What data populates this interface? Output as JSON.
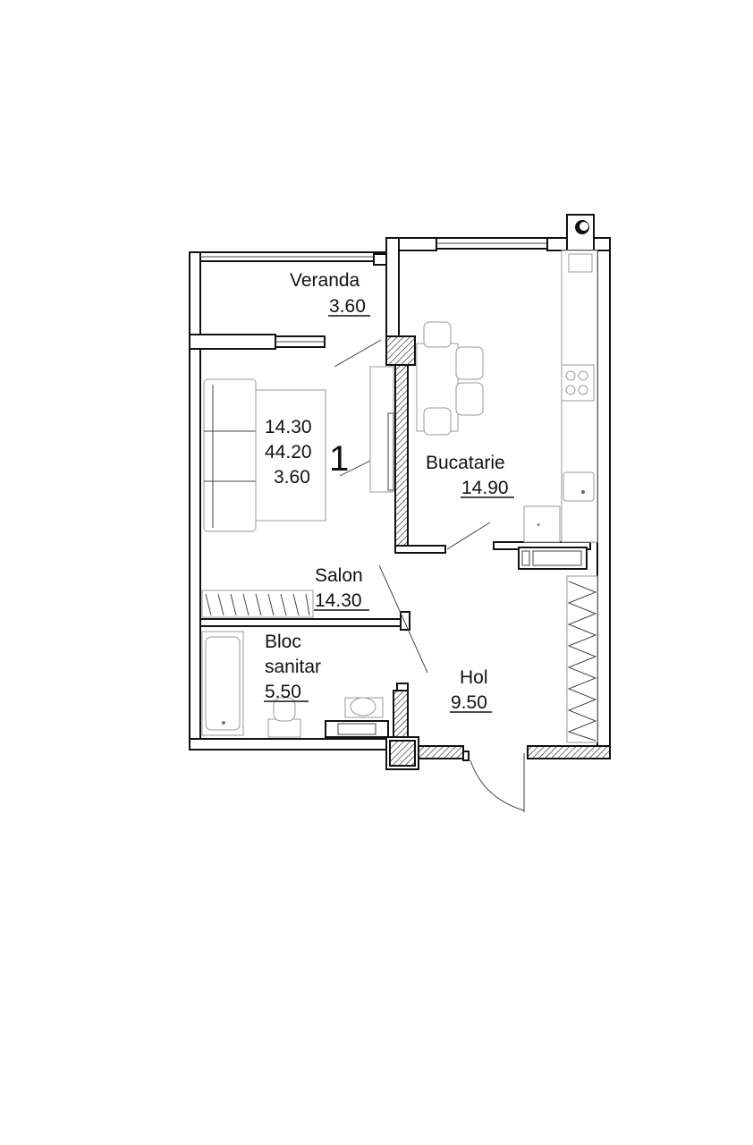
{
  "plan": {
    "apartment_number": "1",
    "summary": {
      "line1": "14.30",
      "line2": "44.20",
      "line3": "3.60"
    },
    "rooms": [
      {
        "key": "veranda",
        "name": "Veranda",
        "area": "3.60"
      },
      {
        "key": "bucatarie",
        "name": "Bucatarie",
        "area": "14.90"
      },
      {
        "key": "salon",
        "name": "Salon",
        "area": "14.30"
      },
      {
        "key": "bloc_sanitar",
        "name_line1": "Bloc",
        "name_line2": "sanitar",
        "area": "5.50"
      },
      {
        "key": "hol",
        "name": "Hol",
        "area": "9.50"
      }
    ],
    "icons": [
      "stove-icon",
      "sink-icon",
      "bathtub-icon",
      "toilet-icon",
      "washbasin-icon",
      "washing-machine-icon",
      "sofa-icon",
      "dining-table-icon",
      "door-swing-icon",
      "ventilation-shaft-icon"
    ]
  }
}
